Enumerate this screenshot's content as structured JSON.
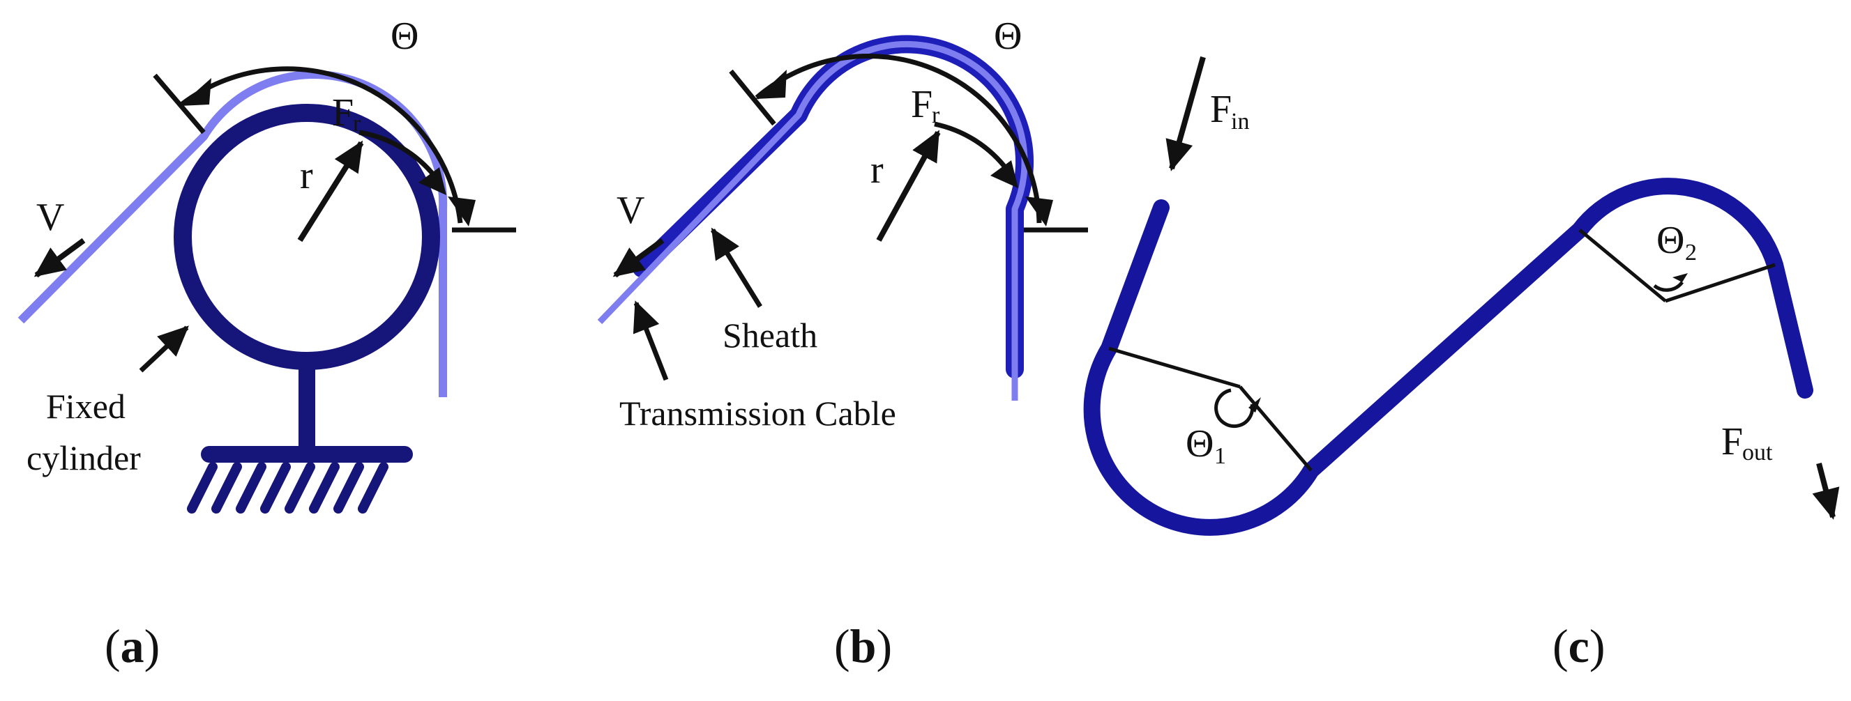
{
  "colors": {
    "cable": "#7E7EF0",
    "dark": "#15157A",
    "sheath": "#1E1EB8",
    "ink": "#111111"
  },
  "panel_a": {
    "theta": "Θ",
    "force": "F",
    "force_sub": "r",
    "radius": "r",
    "velocity": "V",
    "cylinder_label_1": "Fixed",
    "cylinder_label_2": "cylinder",
    "caption_open": "(",
    "caption_letter": "a",
    "caption_close": ")"
  },
  "panel_b": {
    "theta": "Θ",
    "force": "F",
    "force_sub": "r",
    "radius": "r",
    "velocity": "V",
    "sheath_label": "Sheath",
    "cable_label": "Transmission Cable",
    "caption_open": "(",
    "caption_letter": "b",
    "caption_close": ")"
  },
  "panel_c": {
    "force_in": "F",
    "force_in_sub": "in",
    "force_out": "F",
    "force_out_sub": "out",
    "theta1": "Θ",
    "theta1_sub": "1",
    "theta2": "Θ",
    "theta2_sub": "2",
    "caption_open": "(",
    "caption_letter": "c",
    "caption_close": ")"
  }
}
